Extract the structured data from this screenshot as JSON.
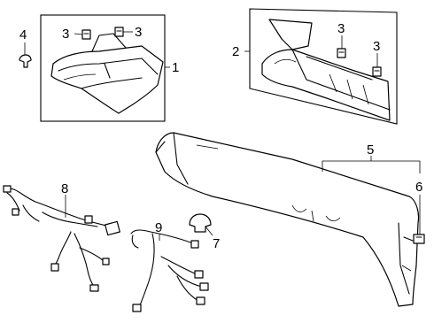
{
  "diagram": {
    "callouts": {
      "c1": "1",
      "c2": "2",
      "c3a": "3",
      "c3b": "3",
      "c3c": "3",
      "c3d": "3",
      "c4": "4",
      "c5": "5",
      "c6": "6",
      "c7": "7",
      "c8": "8",
      "c9": "9"
    }
  }
}
